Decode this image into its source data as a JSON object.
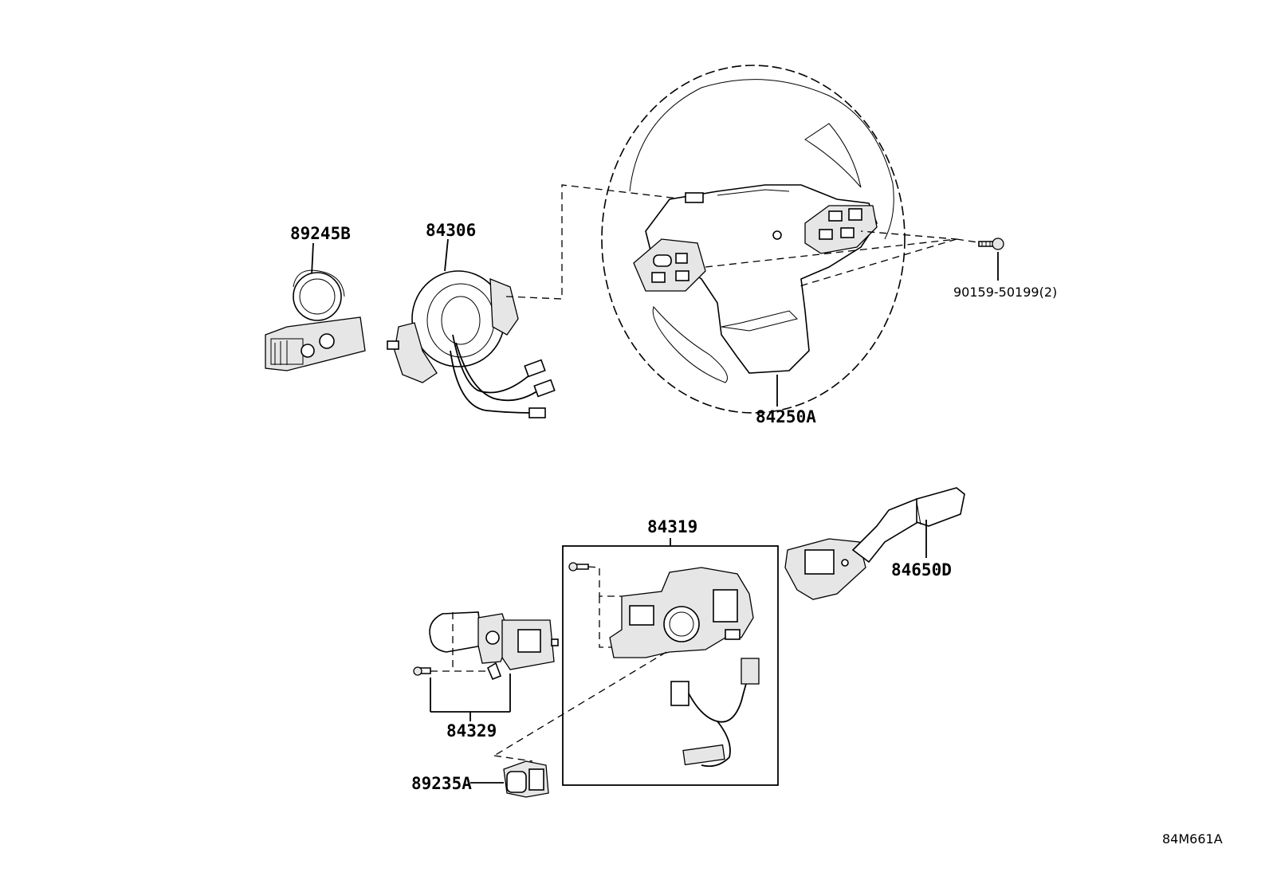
{
  "labels": {
    "clock_spring_sensor": "89245B",
    "spiral_cable": "84306",
    "steering_wheel_switch": "84250A",
    "screw": "90159-50199(2)",
    "combination_switch_body": "84319",
    "wiper_switch": "84650D",
    "headlamp_switch": "84329",
    "sub_switch": "89235A",
    "drawing_id": "84M661A"
  }
}
